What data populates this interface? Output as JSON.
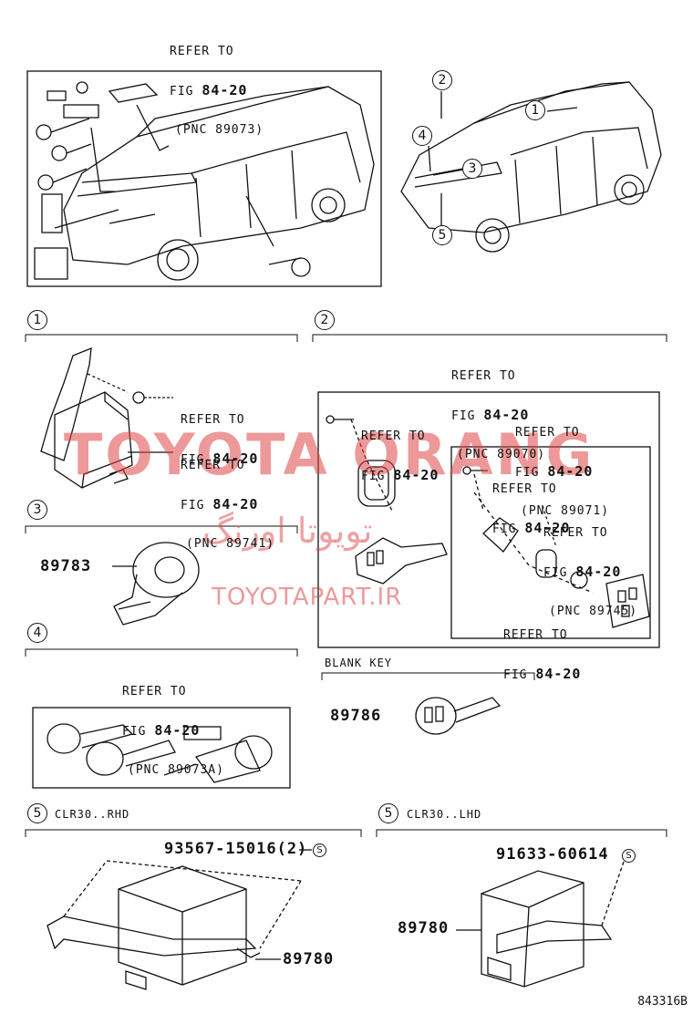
{
  "refer": {
    "line1": "REFER TO",
    "line2_prefix": "FIG ",
    "fig": "84-20",
    "pnc_89073": "(PNC 89073)",
    "pnc_89741": "(PNC 89741)",
    "pnc_89070": "(PNC 89070)",
    "pnc_89071": "(PNC 89071)",
    "pnc_89745": "(PNC 89745)",
    "pnc_89073a": "(PNC 89073A)"
  },
  "callouts": [
    "1",
    "2",
    "3",
    "4",
    "5"
  ],
  "sections": {
    "blank_key": "BLANK KEY",
    "clr30_rhd": "CLR30..RHD",
    "clr30_lhd": "CLR30..LHD"
  },
  "parts": {
    "p89783": "89783",
    "p89786": "89786",
    "p93567": "93567-15016(2)",
    "p89780_rhd": "89780",
    "p91633": "91633-60614",
    "p89780_lhd": "89780"
  },
  "symbol_s": "S",
  "watermark": {
    "brand": "TOYOTA ORANG",
    "persian": "تویوتا اورنگ",
    "site": "TOYOTAPART.IR"
  },
  "diagram_code": "843316B"
}
